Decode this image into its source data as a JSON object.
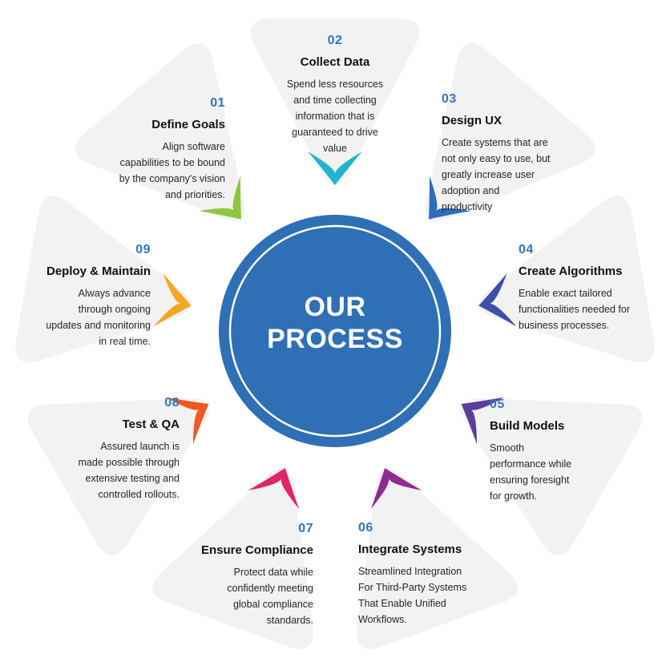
{
  "center": {
    "line1": "OUR",
    "line2": "PROCESS",
    "color": "#2f6fb5"
  },
  "steps": [
    {
      "number": "01",
      "title": "Define Goals",
      "desc": [
        "Align software",
        "capabilities to be bound",
        "by the company's vision",
        "and priorities."
      ],
      "color": "#8dc63f"
    },
    {
      "number": "02",
      "title": "Collect Data",
      "desc": [
        "Spend less resources",
        "and time collecting",
        "information that is",
        "guaranteed to drive",
        "value"
      ],
      "color": "#1fb5cf"
    },
    {
      "number": "03",
      "title": "Design UX",
      "desc": [
        "Create systems that are",
        "not only easy to use, but",
        "greatly increase user",
        "adoption and",
        "productivity"
      ],
      "color": "#2d6dbd"
    },
    {
      "number": "04",
      "title": "Create Algorithms",
      "desc": [
        "Enable exact tailored",
        "functionalities needed for",
        "business processes."
      ],
      "color": "#3f4fa8"
    },
    {
      "number": "05",
      "title": "Build Models",
      "desc": [
        "Smooth",
        "performance while",
        "ensuring foresight",
        "for growth."
      ],
      "color": "#5c3d9c"
    },
    {
      "number": "06",
      "title": "Integrate Systems",
      "desc": [
        "Streamlined Integration",
        "For Third-Party Systems",
        "That Enable Unified",
        "Workflows."
      ],
      "color": "#8e2c93"
    },
    {
      "number": "07",
      "title": "Ensure Compliance",
      "desc": [
        "Protect data while",
        "confidently meeting",
        "global compliance",
        "standards."
      ],
      "color": "#e0256a"
    },
    {
      "number": "08",
      "title": "Test & QA",
      "desc": [
        "Assured launch is",
        "made possible through",
        "extensive testing and",
        "controlled rollouts."
      ],
      "color": "#ee5a24"
    },
    {
      "number": "09",
      "title": "Deploy & Maintain",
      "desc": [
        "Always advance",
        "through ongoing",
        "updates and monitoring",
        "in real time."
      ],
      "color": "#f5a623"
    }
  ]
}
